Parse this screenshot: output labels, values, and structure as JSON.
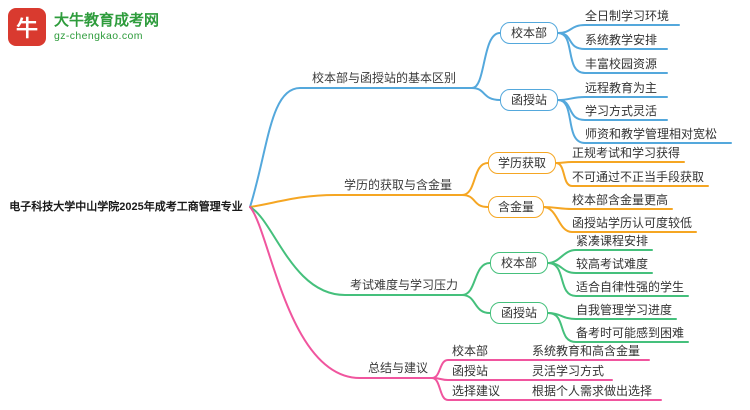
{
  "logo": {
    "icon_text": "牛",
    "site_name": "大牛教育成考网",
    "site_url": "gz-chengkao.com",
    "colors": {
      "red": "#d93a2f",
      "green": "#2e9c3c"
    }
  },
  "root": {
    "label": "电子科技大学中山学院2025年成考工商管理专业"
  },
  "branches": [
    {
      "label": "校本部与函授站的基本区别",
      "color": "#54a8dc",
      "children": [
        {
          "label": "校本部",
          "leaves": [
            "全日制学习环境",
            "系统教学安排",
            "丰富校园资源"
          ]
        },
        {
          "label": "函授站",
          "leaves": [
            "远程教育为主",
            "学习方式灵活",
            "师资和教学管理相对宽松"
          ]
        }
      ]
    },
    {
      "label": "学历的获取与含金量",
      "color": "#f5a623",
      "children": [
        {
          "label": "学历获取",
          "leaves": [
            "正规考试和学习获得",
            "不可通过不正当手段获取"
          ]
        },
        {
          "label": "含金量",
          "leaves": [
            "校本部含金量更高",
            "函授站学历认可度较低"
          ]
        }
      ]
    },
    {
      "label": "考试难度与学习压力",
      "color": "#45c07c",
      "children": [
        {
          "label": "校本部",
          "leaves": [
            "紧凑课程安排",
            "较高考试难度",
            "适合自律性强的学生"
          ]
        },
        {
          "label": "函授站",
          "leaves": [
            "自我管理学习进度",
            "备考时可能感到困难"
          ]
        }
      ]
    },
    {
      "label": "总结与建议",
      "color": "#f0559e",
      "children": [
        {
          "label": "校本部",
          "leaves": [
            "系统教育和高含金量"
          ]
        },
        {
          "label": "函授站",
          "leaves": [
            "灵活学习方式"
          ]
        },
        {
          "label": "选择建议",
          "leaves": [
            "根据个人需求做出选择"
          ]
        }
      ]
    }
  ]
}
